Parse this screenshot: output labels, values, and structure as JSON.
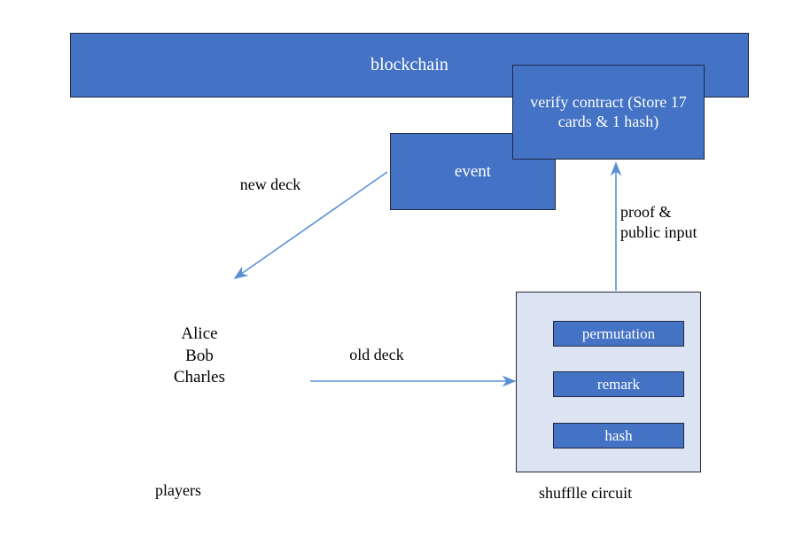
{
  "diagram": {
    "title": "blockchain shuffle protocol diagram",
    "colors": {
      "box_fill": "#4472c4",
      "box_border": "#1f2a44",
      "panel_fill": "#dce3f2",
      "arrow": "#5b8fd4",
      "text_on_box": "#ffffff",
      "text_plain": "#000000",
      "background": "#ffffff"
    },
    "nodes": {
      "blockchain": {
        "label": "blockchain"
      },
      "verify_contract": {
        "label": "verify contract\n(Store 17 cards & 1 hash)"
      },
      "event": {
        "label": "event"
      },
      "shuffle_circuit": {
        "caption": "shufflle circuit",
        "steps": [
          {
            "label": "permutation"
          },
          {
            "label": "remark"
          },
          {
            "label": "hash"
          }
        ]
      },
      "players": {
        "names": "Alice\nBob\nCharles",
        "caption": "players"
      }
    },
    "edges": [
      {
        "label": "new deck"
      },
      {
        "label": "old deck"
      },
      {
        "label": "proof &\npublic input"
      }
    ]
  }
}
